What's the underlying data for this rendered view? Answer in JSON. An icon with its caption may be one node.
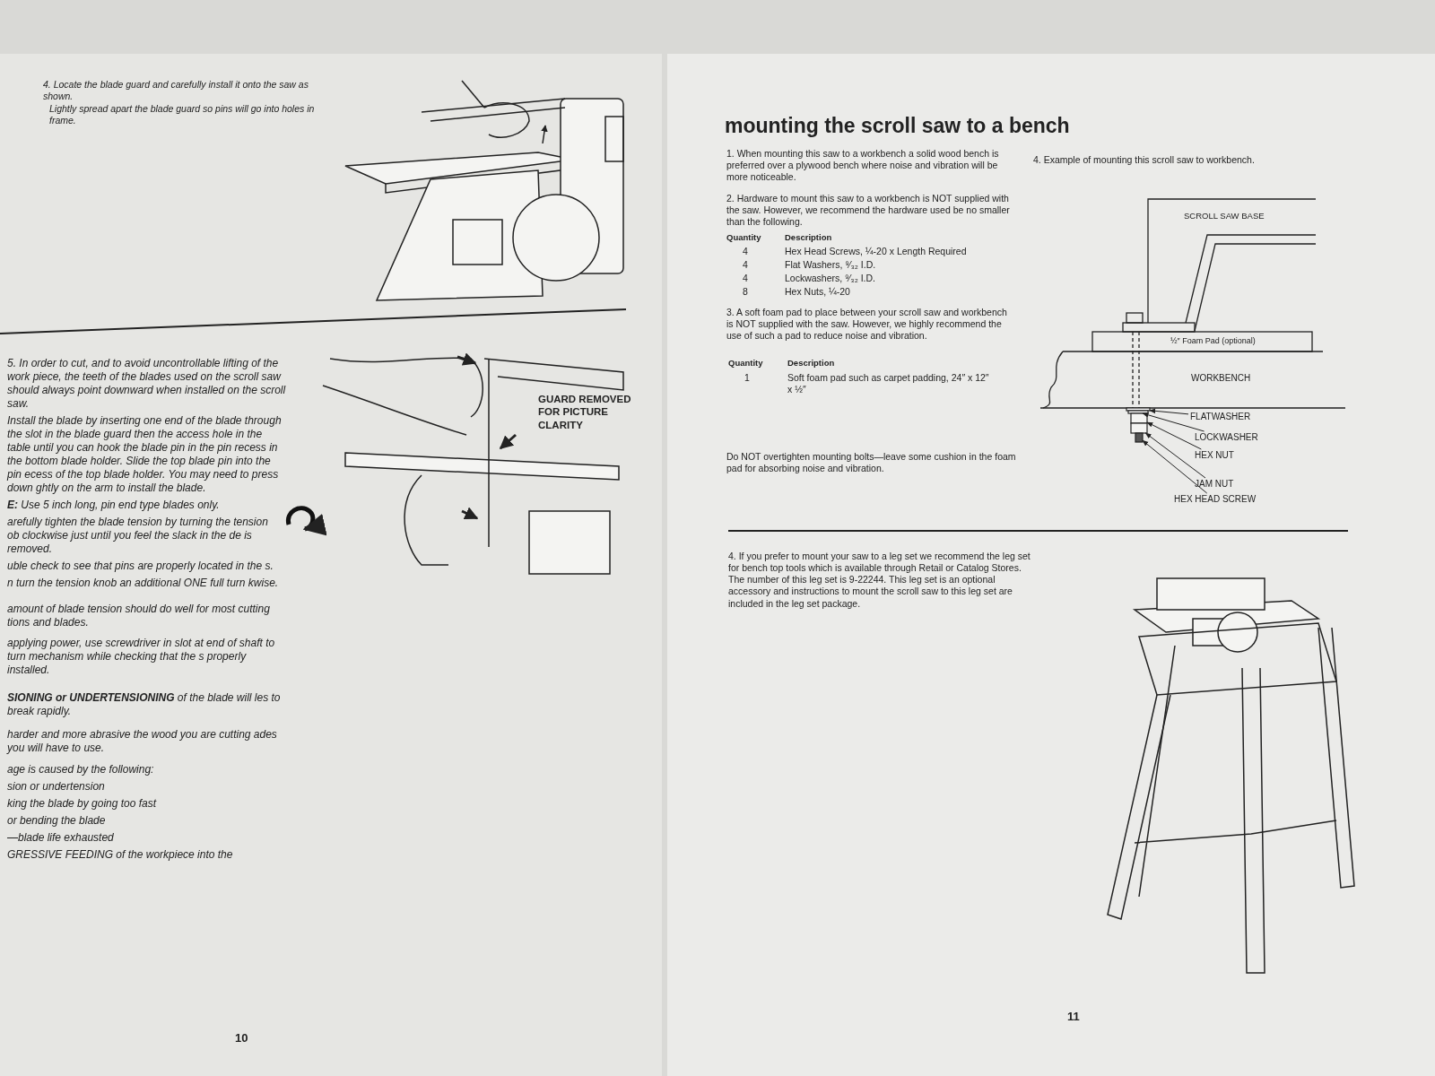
{
  "diagram": {
    "title": "mounting the scroll saw to a bench",
    "nodes": [
      {
        "text": [
          "FLATWASHER"
        ]
      },
      {
        "text": [
          "LOCKWASHER"
        ]
      },
      {
        "text": [
          "HEX NUT"
        ]
      },
      {
        "text": [
          "JAM NUT"
        ]
      },
      {
        "text": [
          "HEX HEAD SCREW"
        ]
      },
      {
        "text": [],
        "shape": "box"
      },
      {
        "text": [],
        "shape": "box"
      },
      {
        "text": [],
        "shape": "box"
      },
      {
        "text": [],
        "shape": "box"
      },
      {
        "text": [],
        "shape": "box"
      }
    ],
    "edges": [
      {
        "from": 0,
        "to": 5,
        "arrow": "to"
      },
      {
        "from": 1,
        "to": 6,
        "arrow": "to"
      },
      {
        "from": 2,
        "to": 7,
        "arrow": "to"
      },
      {
        "from": 3,
        "to": 8,
        "arrow": "to"
      },
      {
        "from": 4,
        "to": 9,
        "arrow": "to"
      }
    ],
    "labels": [
      "4. Locate the blade guard and carefully install it onto the saw as shown.",
      "Lightly spread apart the blade guard so pins will go into holes in frame.",
      "5. In order to cut, and to avoid uncontrollable lifting of the work piece, the teeth of the blades used on the scroll saw should always point downward when installed on the scroll saw.",
      "Install the blade by inserting one end of the blade through the slot in the blade guard then the access hole in the table until you can hook the blade pin in the pin recess in the bottom blade holder. Slide the top blade pin into the pin ecess of the top blade holder. You may need to press down ghtly on the arm to install the blade.",
      "**E:** Use 5 inch long, pin end type blades only.",
      "arefully tighten the blade tension by turning the tension ob clockwise just until you feel the slack in the de is removed.",
      "uble check to see that pins are properly located in the s.",
      "n turn the tension knob an additional ONE full turn kwise.",
      "amount of blade tension should do well for most cutting tions and blades.",
      "applying power, use screwdriver in slot at end of shaft to turn mechanism while checking that the s properly installed.",
      "**SIONING or UNDERTENSIONING** of the blade will les to break rapidly.",
      "harder and more abrasive the wood you are cutting ades you will have to use.",
      "age is caused by the following:",
      "sion or undertension",
      "king the blade by going too fast",
      "or bending the blade",
      "—blade life exhausted",
      "GRESSIVE FEEDING of the workpiece into the",
      "GUARD REMOVED FOR PICTURE CLARITY",
      "10",
      "1. When mounting this saw to a workbench a solid wood bench is preferred over a plywood bench where noise and vibration will be more noticeable.",
      "2. Hardware to mount this saw to a workbench is NOT supplied with the saw. However, we recommend the hardware used be no smaller than the following.",
      "Quantity",
      "Description",
      "4",
      "Hex Head Screws, ¼-20 x Length Required",
      "4",
      "Flat Washers, ⁹⁄₃₂ I.D.",
      "4",
      "Lockwashers, ⁹⁄₃₂ I.D.",
      "8",
      "Hex Nuts, ¼-20",
      "3. A soft foam pad to place between your scroll saw and workbench is NOT supplied with the saw. However, we highly recommend the use of such a pad to reduce noise and vibration.",
      "Quantity",
      "Description",
      "1",
      "Soft foam pad such as carpet padding, 24″ x 12″ x ½″",
      "Do NOT overtighten mounting bolts—leave some cushion in the foam pad for absorbing noise and vibration.",
      "4. Example of mounting this scroll saw to workbench.",
      "SCROLL SAW BASE",
      "½″ Foam Pad (optional)",
      "WORKBENCH",
      "4. If you prefer to mount your saw to a leg set we recommend the leg set for bench top tools which is available through Retail or Catalog Stores. The number of this leg set is 9-22244. This leg set is an optional accessory and instructions to mount the scroll saw to this leg set are included in the leg set package.",
      "11"
    ]
  }
}
